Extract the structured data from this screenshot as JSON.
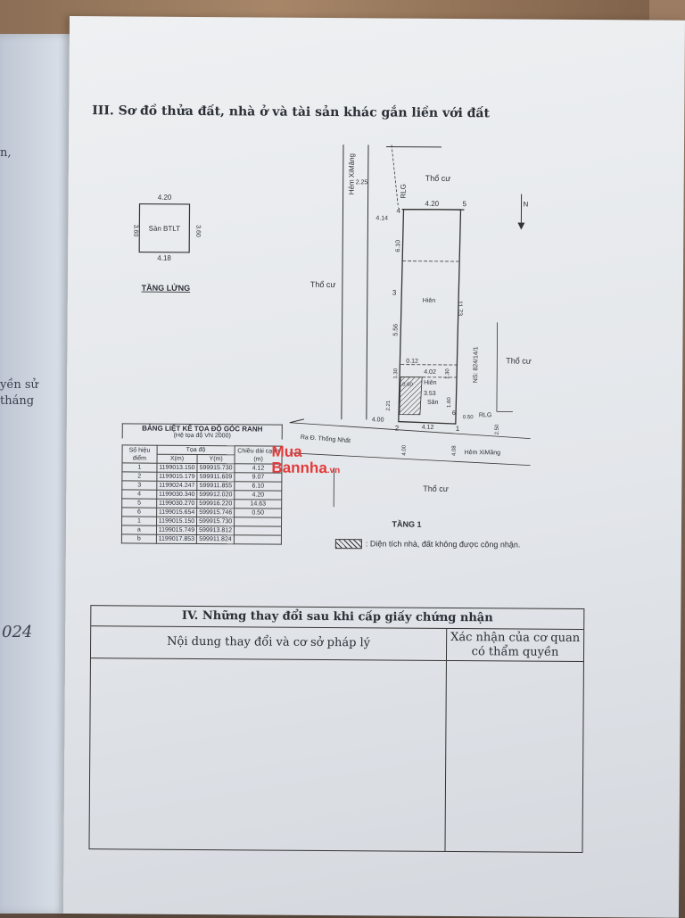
{
  "left_page": {
    "line1": "n,",
    "line2": "yền sử",
    "line3": "tháng",
    "line4": "024"
  },
  "section": {
    "title": "III. Sơ đồ thửa đất, nhà ở và tài sản khác gắn liền với đất"
  },
  "mezzanine": {
    "top_dim": "4.20",
    "bottom_dim": "4.18",
    "left_dim": "3.60",
    "right_dim": "3.60",
    "label": "Sàn BTLT",
    "caption": "TẦNG LỬNG"
  },
  "site_plan": {
    "hem_ximang_top": "Hẻm XiMăng",
    "rlg_top": "RLG",
    "dim_225": "2.25",
    "tho_cu_top": "Thổ cư",
    "north": "N",
    "pt4": "4",
    "dim_420": "4.20",
    "pt5": "5",
    "dim_414": "4.14",
    "dim_610": "6.10",
    "tho_cu_left": "Thổ cư",
    "pt3": "3",
    "dim_1173": "11.73",
    "hien_top": "Hiên",
    "dim_556": "5.56",
    "tho_cu_right": "Thổ cư",
    "dim_012": "0.12",
    "dim_402": "4.02",
    "hien_mid": "Hiên",
    "dim_130a": "1.30",
    "dim_130b": "1.30",
    "ns": "NS: 824/14/1",
    "dim_060": "0.60",
    "dim_221": "2.21",
    "dim_353": "3.53",
    "san": "Sân",
    "dim_160": "1.60",
    "pt6": "6",
    "dim_050": "0.50",
    "rlg_bottom": "RLG",
    "dim_400": "4.00",
    "pt2": "2",
    "dim_412": "4.12",
    "pt1": "1",
    "dim_250": "2.50",
    "road": "Ra Đ. Thống Nhất",
    "dim_400b": "4.00",
    "dim_408": "4.08",
    "hem_ximang_bottom": "Hẻm XiMăng",
    "tho_cu_bottom": "Thổ cư",
    "caption": "TẦNG 1"
  },
  "coords": {
    "title": "BẢNG LIỆT KÊ TỌA ĐỘ GÓC RANH",
    "subtitle": "(Hệ tọa độ VN 2000)",
    "col_point": "Số hiệu điểm",
    "col_coord": "Tọa độ",
    "col_x": "X(m)",
    "col_y": "Y(m)",
    "col_len": "Chiều dài cạnh (m)",
    "rows": [
      [
        "1",
        "1199013.150",
        "599915.730",
        "4.12"
      ],
      [
        "2",
        "1199015.179",
        "599911.609",
        "9.07"
      ],
      [
        "3",
        "1199024.247",
        "599911.855",
        "6.10"
      ],
      [
        "4",
        "1199030.340",
        "599912.020",
        "4.20"
      ],
      [
        "5",
        "1199030.270",
        "599916.220",
        "14.63"
      ],
      [
        "6",
        "1199015.654",
        "599915.746",
        "0.50"
      ],
      [
        "1",
        "1199015.150",
        "599915.730",
        ""
      ],
      [
        "a",
        "1199015.749",
        "599913.812",
        ""
      ],
      [
        "b",
        "1199017.853",
        "599911.824",
        ""
      ]
    ]
  },
  "watermark": {
    "line1": "Mua",
    "line2": "Bannha",
    "domain": ".vn"
  },
  "legend": {
    "text": ": Diện tích nhà, đất không được công nhận."
  },
  "changes": {
    "title": "IV. Những thay đổi sau khi cấp giấy chứng nhận",
    "col_left": "Nội dung thay đổi và cơ sở pháp lý",
    "col_right": "Xác nhận của cơ quan có thẩm quyền"
  }
}
